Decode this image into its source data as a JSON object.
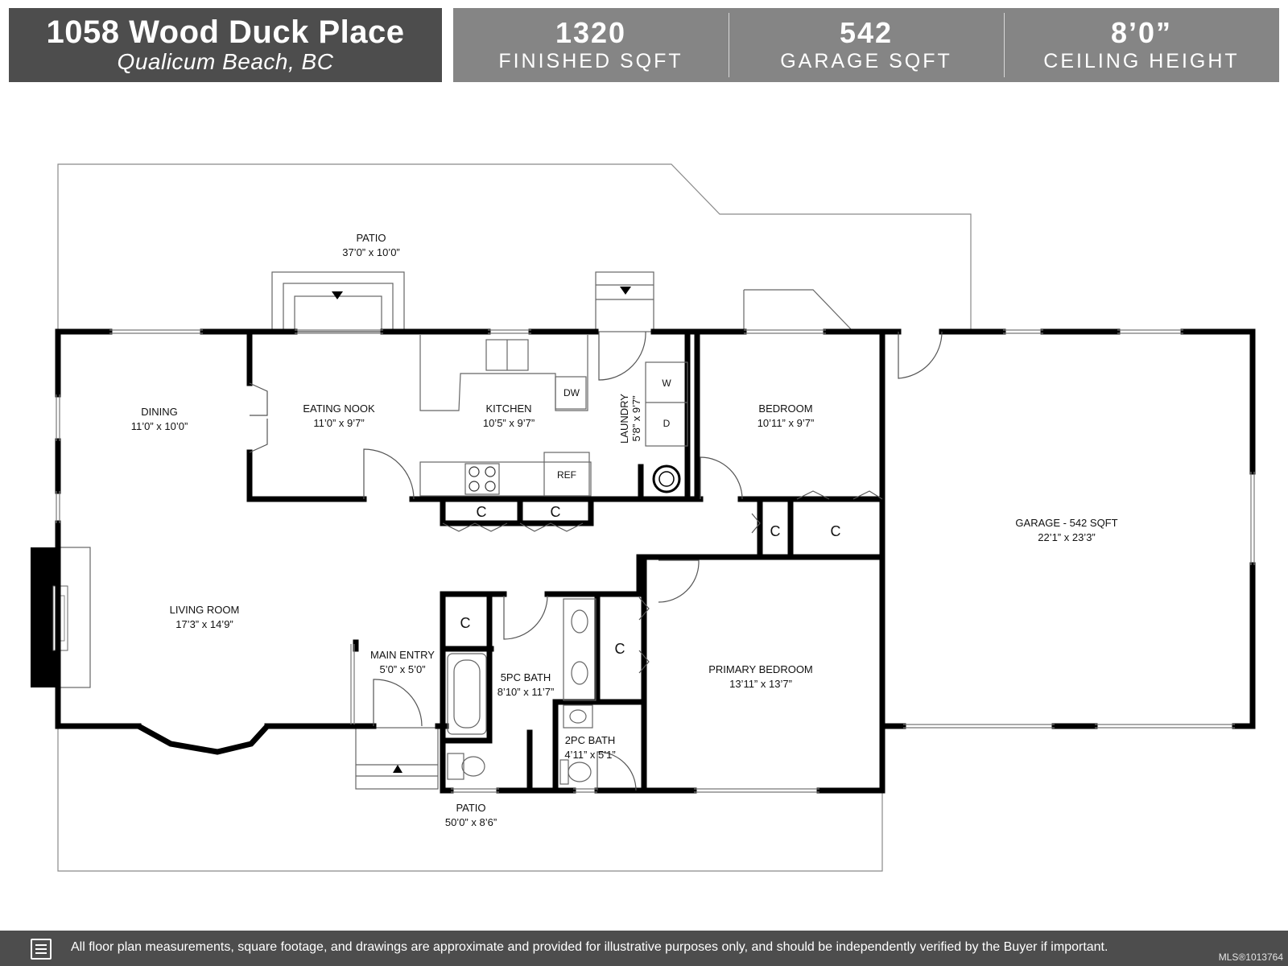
{
  "header": {
    "address": "1058 Wood Duck Place",
    "city": "Qualicum Beach, BC",
    "stats": [
      {
        "value": "1320",
        "label": "FINISHED SQFT"
      },
      {
        "value": "542",
        "label": "GARAGE SQFT"
      },
      {
        "value": "8’0”",
        "label": "CEILING HEIGHT"
      }
    ]
  },
  "rooms": {
    "patio_rear": {
      "name": "PATIO",
      "dims": "37’0” x 10’0”"
    },
    "dining": {
      "name": "DINING",
      "dims": "11’0” x 10’0”"
    },
    "eating_nook": {
      "name": "EATING NOOK",
      "dims": "11’0” x 9’7”"
    },
    "kitchen": {
      "name": "KITCHEN",
      "dims": "10’5” x 9’7”"
    },
    "laundry": {
      "name": "LAUNDRY",
      "dims": "5’8” x 9’7”"
    },
    "bedroom": {
      "name": "BEDROOM",
      "dims": "10’11” x 9’7”"
    },
    "garage": {
      "name": "GARAGE - 542 SQFT",
      "dims": "22’1” x 23’3”"
    },
    "living_room": {
      "name": "LIVING ROOM",
      "dims": "17’3” x 14’9”"
    },
    "main_entry": {
      "name": "MAIN ENTRY",
      "dims": "5’0” x 5’0”"
    },
    "bath_5pc": {
      "name": "5PC BATH",
      "dims": "8’10” x 11’7”"
    },
    "bath_2pc": {
      "name": "2PC BATH",
      "dims": "4’11” x 5’1”"
    },
    "primary_bedroom": {
      "name": "PRIMARY BEDROOM",
      "dims": "13’11” x 13’7”"
    },
    "patio_front": {
      "name": "PATIO",
      "dims": "50’0” x 8’6”"
    }
  },
  "labels": {
    "closet": "C",
    "dishwasher": "DW",
    "refrigerator": "REF",
    "washer": "W",
    "dryer": "D"
  },
  "footer": {
    "disclaimer": "All floor plan measurements, square footage, and drawings are approximate and provided for illustrative purposes only, and should be independently verified by the Buyer if important.",
    "mls": "MLS®1013764"
  },
  "colors": {
    "header_dark": "#4d4d4d",
    "header_light": "#858585",
    "wall": "#000000"
  }
}
